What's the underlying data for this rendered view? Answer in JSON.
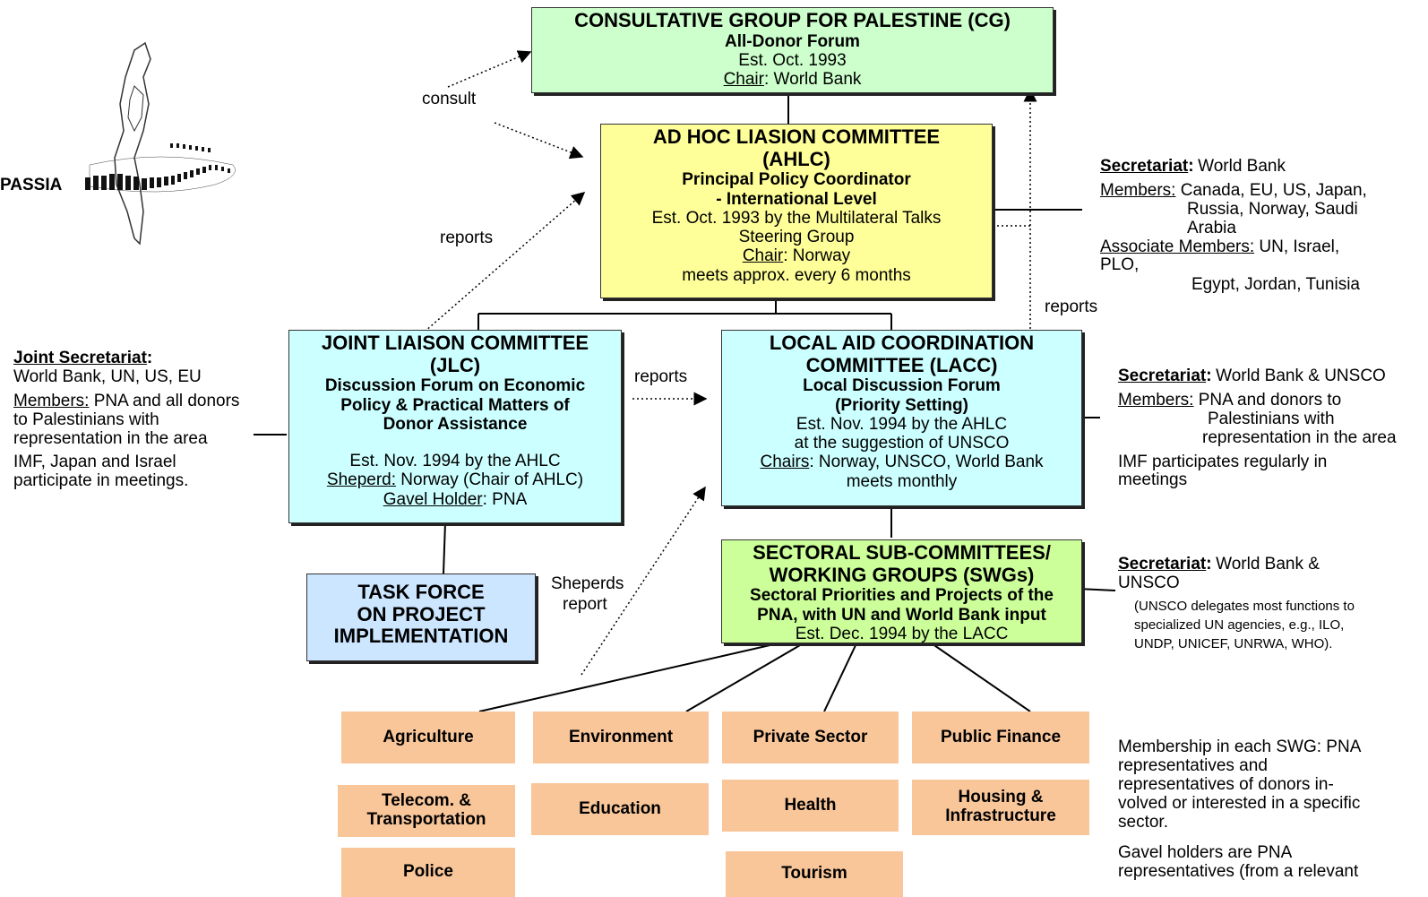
{
  "logo": {
    "text": "PASSIA"
  },
  "cg": {
    "title": "CONSULTATIVE GROUP FOR PALESTINE (CG)",
    "subtitle": "All-Donor Forum",
    "est": "Est. Oct. 1993",
    "chair_label": "Chair",
    "chair_value": ": World Bank",
    "color": "#ccffcc"
  },
  "ahlc": {
    "title1": "AD HOC LIASION COMMITTEE",
    "title2": "(AHLC)",
    "sub1": "Principal Policy Coordinator",
    "sub2": "- International Level",
    "est1": "Est. Oct. 1993 by the Multilateral Talks",
    "est2": "Steering Group",
    "chair_label": "Chair",
    "chair_value": ": Norway",
    "meets": "meets approx. every 6 months",
    "color": "#ffff99"
  },
  "jlc": {
    "title1": "JOINT LIAISON COMMITTEE",
    "title2": "(JLC)",
    "sub1": "Discussion Forum on Economic",
    "sub2": "Policy & Practical Matters of",
    "sub3": "Donor Assistance",
    "est": "Est. Nov. 1994 by the AHLC",
    "sheperd_label": "Sheperd:",
    "sheperd_value": "  Norway (Chair of AHLC)",
    "gavel_label": "Gavel Holder",
    "gavel_value": ": PNA",
    "color": "#ccffff"
  },
  "lacc": {
    "title1": "LOCAL AID COORDINATION",
    "title2": "COMMITTEE (LACC)",
    "sub1": "Local Discussion Forum",
    "sub2": "(Priority Setting)",
    "est1": "Est. Nov. 1994 by the AHLC",
    "est2": "at the suggestion of UNSCO",
    "chairs_label": "Chairs",
    "chairs_value": ":  Norway, UNSCO, World Bank",
    "meets": "meets monthly",
    "color": "#ccffff"
  },
  "taskforce": {
    "line1": "TASK FORCE",
    "line2": "ON PROJECT",
    "line3": "IMPLEMENTATION",
    "color": "#cce6ff"
  },
  "swg": {
    "title1": "SECTORAL SUB-COMMITTEES/",
    "title2": "WORKING GROUPS (SWGs)",
    "sub1": "Sectoral Priorities and Projects of the",
    "sub2": "PNA, with UN and World Bank input",
    "est": "Est. Dec. 1994 by the LACC",
    "color": "#ccff99"
  },
  "arrow_labels": {
    "consult": "consult",
    "reports_ahlc": "reports",
    "reports_lacc": "reports",
    "reports_right": "reports",
    "sheperds": "Sheperds",
    "report": "report"
  },
  "ahlc_side": {
    "secretariat_label": "Secretariat",
    "secretariat_value": ": World Bank",
    "members_label": "Members:",
    "members_value1": " Canada, EU, US, Japan,",
    "members_value2": "Russia, Norway, Saudi",
    "members_value3": "Arabia",
    "assoc_label": "Associate Members:",
    "assoc_value1": "  UN, Israel,",
    "assoc_value2": "PLO,",
    "assoc_value3": "Egypt, Jordan, Tunisia"
  },
  "jlc_side": {
    "secretariat_label": "Joint Secretariat",
    "secretariat_colon": ":",
    "secretariat_value": "World Bank, UN, US, EU",
    "members_label": "Members:",
    "members_value1": " PNA and all donors",
    "members_value2": "to Palestinians  with",
    "members_value3": "representation in the area",
    "imf1": "IMF, Japan and Israel",
    "imf2": "participate in meetings."
  },
  "lacc_side": {
    "secretariat_label": "Secretariat",
    "secretariat_value": ": World Bank & UNSCO",
    "members_label": "Members:",
    "members_value1": " PNA and donors to",
    "members_value2": "Palestinians with",
    "members_value3": "representation in the area",
    "imf1": "IMF participates regularly in",
    "imf2": "meetings"
  },
  "swg_side": {
    "secretariat_label": "Secretariat",
    "secretariat_value": ": World Bank &",
    "secretariat_value2": "UNSCO",
    "note1": "(UNSCO delegates most functions to",
    "note2": "specialized UN agencies, e.g., ILO,",
    "note3": "UNDP, UNICEF, UNRWA, WHO)."
  },
  "membership_note": {
    "line1": "Membership in each SWG: PNA",
    "line2": "representatives and",
    "line3": "representatives of donors in-",
    "line4": "volved or interested in a specific",
    "line5": "sector.",
    "gavel1": "Gavel holders are PNA",
    "gavel2": "representatives (from a relevant"
  },
  "sectors": {
    "agriculture": "Agriculture",
    "environment": "Environment",
    "private_sector": "Private Sector",
    "public_finance": "Public Finance",
    "telecom1": "Telecom. &",
    "telecom2": "Transportation",
    "education": "Education",
    "health": "Health",
    "housing1": "Housing &",
    "housing2": "Infrastructure",
    "police": "Police",
    "tourism": "Tourism",
    "color": "#f9c69a"
  }
}
